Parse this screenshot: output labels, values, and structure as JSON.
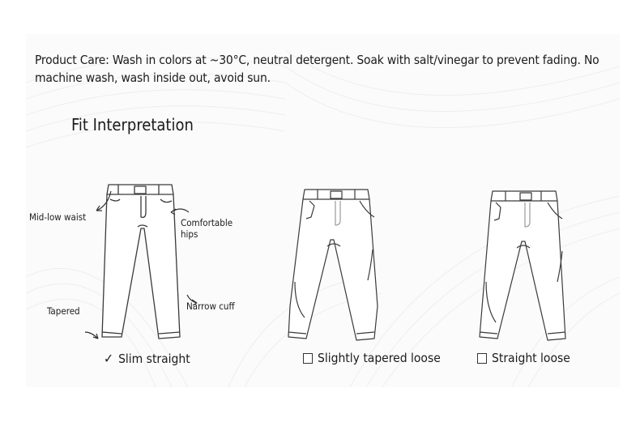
{
  "care": {
    "text": "Product Care: Wash in colors at ~30°C, neutral detergent. Soak with salt/vinegar to prevent fading. No machine wash, wash inside out, avoid sun."
  },
  "fit": {
    "title": "Fit Interpretation",
    "annotations": {
      "waist": "Mid-low waist",
      "hips_line1": "Comfortable",
      "hips_line2": "hips",
      "cuff": "Narrow cuff",
      "tapered": "Tapered"
    },
    "options": [
      {
        "label": "Slim straight",
        "checked": true,
        "mark": "✓"
      },
      {
        "label": "Slightly tapered loose",
        "checked": false
      },
      {
        "label": "Straight loose",
        "checked": false
      }
    ]
  },
  "colors": {
    "text": "#1b1b1b",
    "panel_bg": "#fbfbfb",
    "line": "#3a3a3a"
  }
}
